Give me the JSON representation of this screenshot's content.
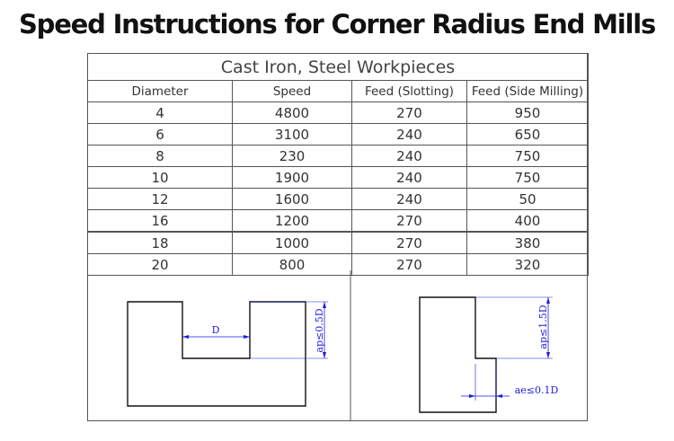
{
  "title": "Speed Instructions for Corner Radius End Mills",
  "table": {
    "group_title": "Cast Iron, Steel Workpieces",
    "headers": [
      "Diameter",
      "Speed",
      "Feed (Slotting)",
      "Feed (Side Milling)"
    ],
    "rows": [
      [
        "4",
        "4800",
        "270",
        "950"
      ],
      [
        "6",
        "3100",
        "240",
        "650"
      ],
      [
        "8",
        "230",
        "240",
        "750"
      ],
      [
        "10",
        "1900",
        "240",
        "750"
      ],
      [
        "12",
        "1600",
        "240",
        "50"
      ],
      [
        "16",
        "1200",
        "270",
        "400"
      ],
      [
        "18",
        "1000",
        "270",
        "380"
      ],
      [
        "20",
        "800",
        "270",
        "320"
      ]
    ]
  },
  "diagrams": {
    "slotting": {
      "width_label": "D",
      "depth_label": "ap≤0.5D"
    },
    "side_milling": {
      "depth_label": "ap≤1.5D",
      "width_label": "ae≤0.1D"
    }
  },
  "colors": {
    "dimension_lines": "#1a1ae0",
    "outline": "#111111",
    "grid": "#555555"
  }
}
